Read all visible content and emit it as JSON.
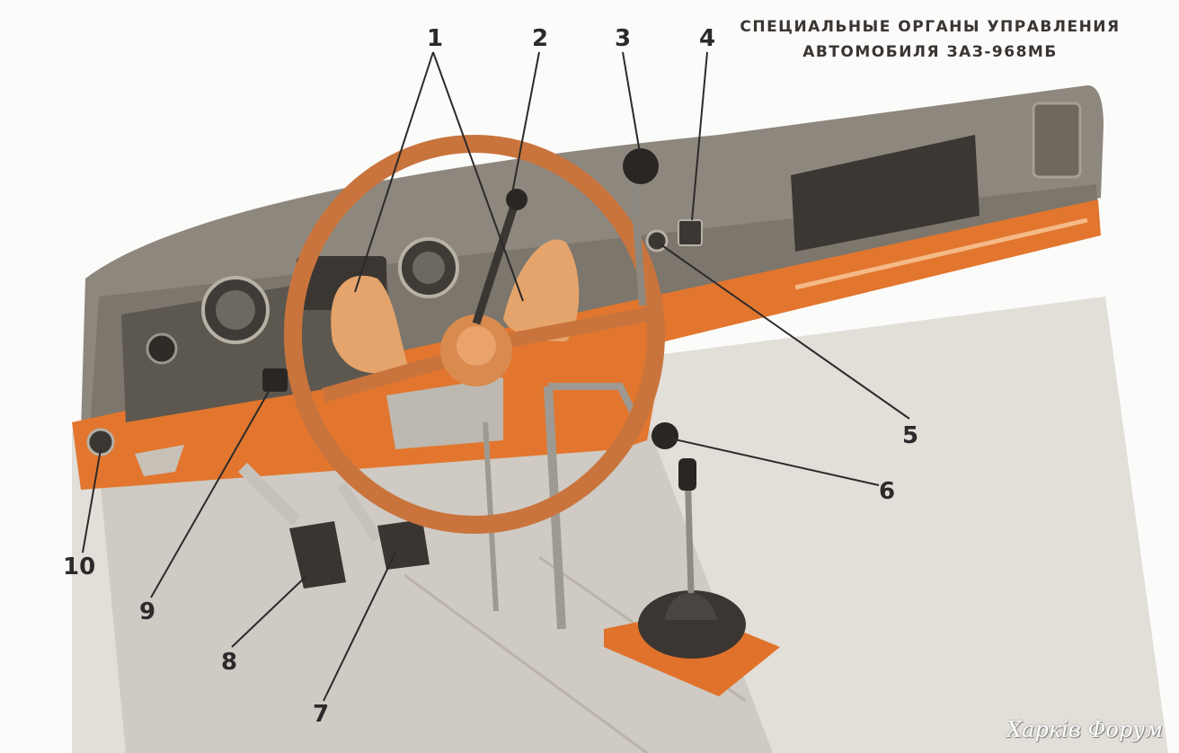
{
  "title": {
    "line1": "СПЕЦИАЛЬНЫЕ ОРГАНЫ УПРАВЛЕНИЯ",
    "line2": "АВТОМОБИЛЯ ЗАЗ-968МБ"
  },
  "callouts": [
    "1",
    "2",
    "3",
    "4",
    "5",
    "6",
    "7",
    "8",
    "9",
    "10"
  ],
  "watermark": "Харків Форум",
  "colors": {
    "dashboard": "#8e877d",
    "dash_dark": "#6f695f",
    "trim_orange": "#e2762e",
    "wheel": "#c9743d",
    "pad": "#e5a46b",
    "floor": "#d7d3cd",
    "knob": "#2a2624"
  }
}
